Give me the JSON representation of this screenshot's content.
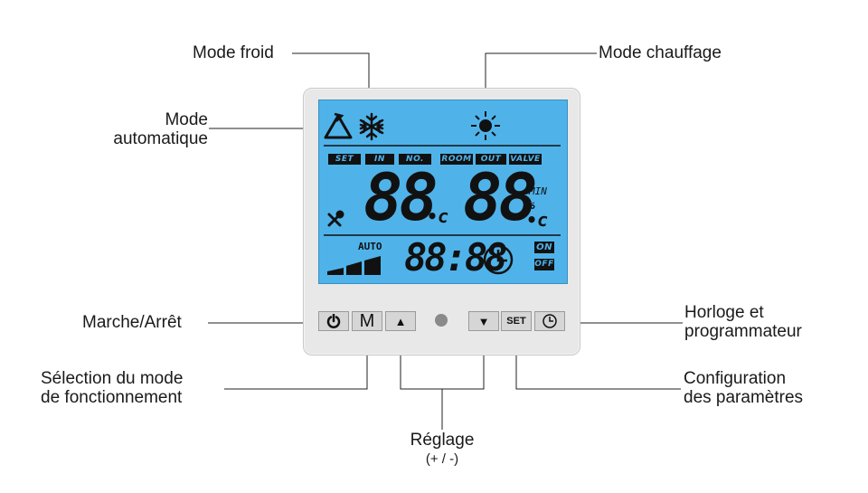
{
  "labels": {
    "mode_froid": "Mode froid",
    "mode_chauffage": "Mode chauffage",
    "mode_auto_1": "Mode",
    "mode_auto_2": "automatique",
    "marche_arret": "Marche/Arrêt",
    "selection_1": "Sélection du mode",
    "selection_2": "de fonctionnement",
    "reglage_1": "Réglage",
    "reglage_2": "(+ / -)",
    "horloge_1": "Horloge et",
    "horloge_2": "programmateur",
    "config_1": "Configuration",
    "config_2": "des paramètres"
  },
  "screen": {
    "tags": [
      "SET",
      "IN",
      "NO.",
      "ROOM",
      "OUT",
      "VALVE"
    ],
    "temp_left": "88",
    "unit_left": "•c",
    "temp_right": "88",
    "unit_right_min": "MIN",
    "unit_right_pct": "%",
    "unit_right_c": "•c",
    "auto": "AUTO",
    "clock": "88:88",
    "on": "ON",
    "off": "OFF"
  },
  "buttons": {
    "power": "power-icon",
    "mode": "M",
    "up": "▲",
    "down": "▼",
    "set": "SET",
    "clock": "clock-icon"
  },
  "colors": {
    "screen": "#4fb3ea",
    "segment": "#111111",
    "panel": "#e8e8e8"
  }
}
